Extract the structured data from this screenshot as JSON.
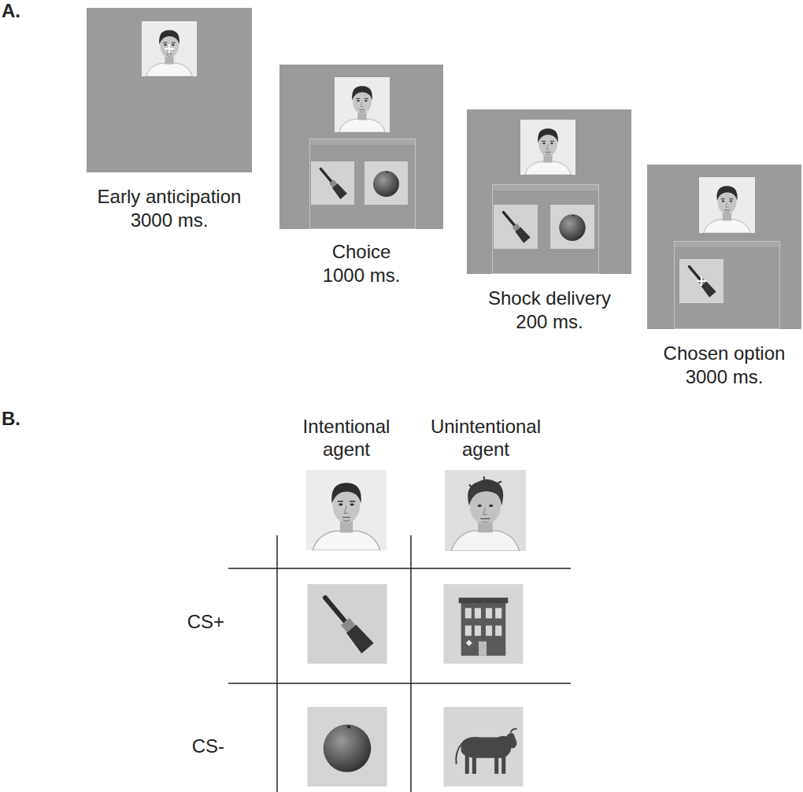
{
  "diagram": {
    "nodes": [
      {
        "text": [
          "Early anticipation 3000 ms."
        ]
      },
      {
        "text": [
          "Choice 1000 ms."
        ]
      },
      {
        "text": [
          "Shock delivery 200 ms."
        ]
      },
      {
        "text": [
          "Chosen option 3000 ms."
        ]
      }
    ],
    "labels": [
      "A.",
      "B.",
      "Intentional agent",
      "Unintentional agent",
      "CS+",
      "CS-"
    ]
  }
}
